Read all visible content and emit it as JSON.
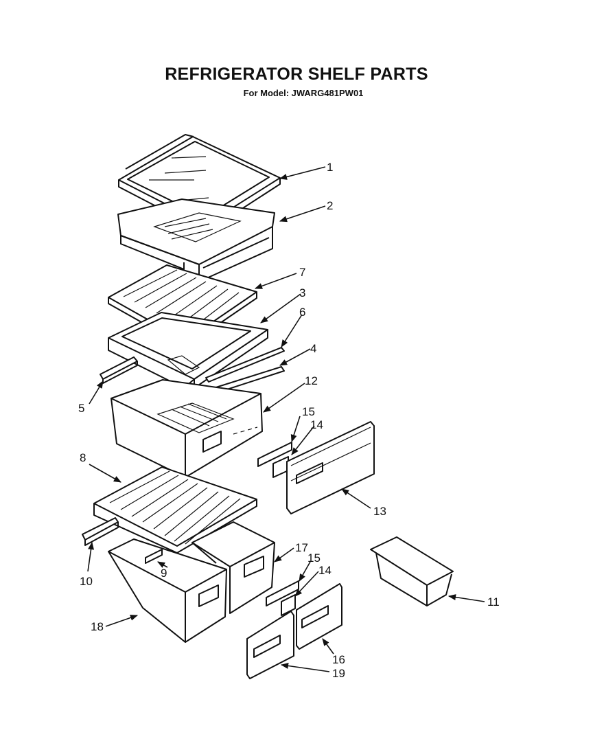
{
  "title": "REFRIGERATOR SHELF PARTS",
  "subtitle": "For Model: JWARG481PW01",
  "callouts": {
    "c1": "1",
    "c2": "2",
    "c3": "3",
    "c4": "4",
    "c5": "5",
    "c6": "6",
    "c7": "7",
    "c8": "8",
    "c9": "9",
    "c10": "10",
    "c11": "11",
    "c12": "12",
    "c13": "13",
    "c14a": "14",
    "c14b": "14",
    "c15a": "15",
    "c15b": "15",
    "c16": "16",
    "c17": "17",
    "c18": "18",
    "c19": "19"
  }
}
